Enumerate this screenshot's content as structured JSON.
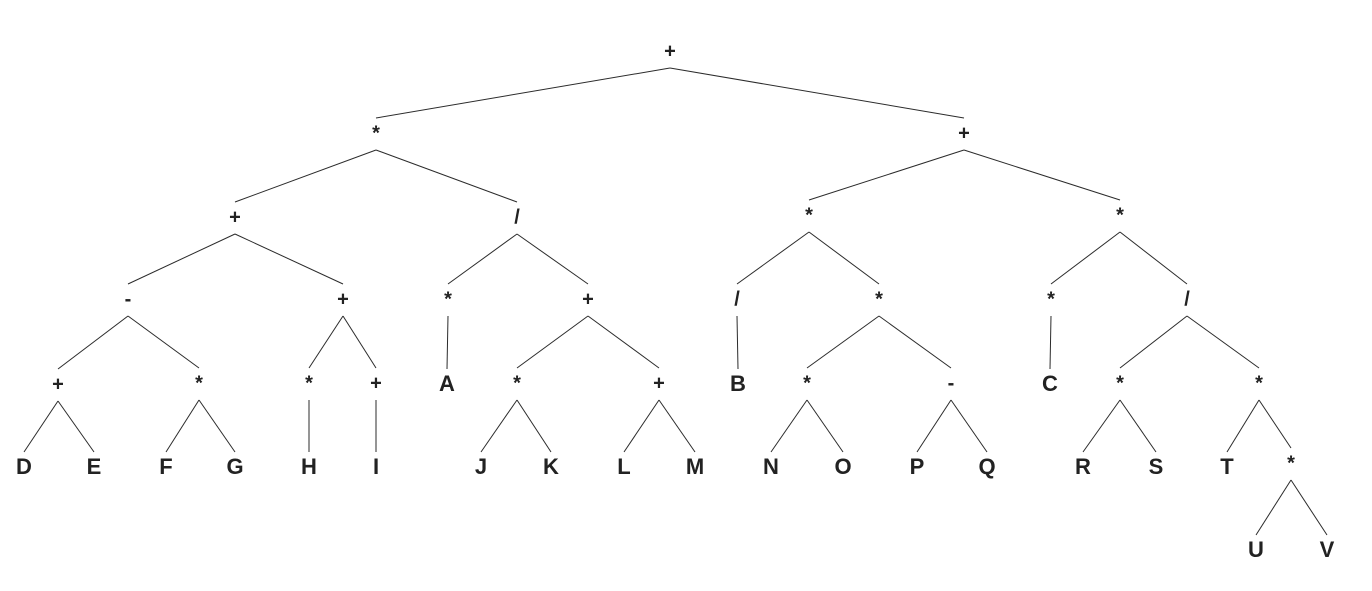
{
  "diagram": {
    "type": "expression-tree",
    "nodes": [
      {
        "id": "n1",
        "label": "+"
      },
      {
        "id": "n2",
        "label": "*"
      },
      {
        "id": "n3",
        "label": "+"
      },
      {
        "id": "n4",
        "label": "+"
      },
      {
        "id": "n5",
        "label": "/"
      },
      {
        "id": "n6",
        "label": "*"
      },
      {
        "id": "n7",
        "label": "*"
      },
      {
        "id": "n8",
        "label": "-"
      },
      {
        "id": "n9",
        "label": "+"
      },
      {
        "id": "n10",
        "label": "*"
      },
      {
        "id": "n11",
        "label": "+"
      },
      {
        "id": "n12",
        "label": "/"
      },
      {
        "id": "n13",
        "label": "*"
      },
      {
        "id": "n14",
        "label": "*"
      },
      {
        "id": "n15",
        "label": "/"
      },
      {
        "id": "n16",
        "label": "+"
      },
      {
        "id": "n17",
        "label": "*"
      },
      {
        "id": "n18",
        "label": "*"
      },
      {
        "id": "n19",
        "label": "+"
      },
      {
        "id": "n20",
        "label": "A"
      },
      {
        "id": "n21",
        "label": "*"
      },
      {
        "id": "n22",
        "label": "+"
      },
      {
        "id": "n23",
        "label": "B"
      },
      {
        "id": "n24",
        "label": "*"
      },
      {
        "id": "n25",
        "label": "-"
      },
      {
        "id": "n26",
        "label": "C"
      },
      {
        "id": "n27",
        "label": "*"
      },
      {
        "id": "n28",
        "label": "*"
      },
      {
        "id": "n29",
        "label": "D"
      },
      {
        "id": "n30",
        "label": "E"
      },
      {
        "id": "n31",
        "label": "F"
      },
      {
        "id": "n32",
        "label": "G"
      },
      {
        "id": "n33",
        "label": "H"
      },
      {
        "id": "n34",
        "label": "I"
      },
      {
        "id": "n35",
        "label": "J"
      },
      {
        "id": "n36",
        "label": "K"
      },
      {
        "id": "n37",
        "label": "L"
      },
      {
        "id": "n38",
        "label": "M"
      },
      {
        "id": "n39",
        "label": "N"
      },
      {
        "id": "n40",
        "label": "O"
      },
      {
        "id": "n41",
        "label": "P"
      },
      {
        "id": "n42",
        "label": "Q"
      },
      {
        "id": "n43",
        "label": "R"
      },
      {
        "id": "n44",
        "label": "S"
      },
      {
        "id": "n45",
        "label": "T"
      },
      {
        "id": "n46",
        "label": "*"
      },
      {
        "id": "n47",
        "label": "U"
      },
      {
        "id": "n48",
        "label": "V"
      }
    ],
    "edges": [
      [
        "n1",
        "n2"
      ],
      [
        "n1",
        "n3"
      ],
      [
        "n2",
        "n4"
      ],
      [
        "n2",
        "n5"
      ],
      [
        "n3",
        "n6"
      ],
      [
        "n3",
        "n7"
      ],
      [
        "n4",
        "n8"
      ],
      [
        "n4",
        "n9"
      ],
      [
        "n5",
        "n10"
      ],
      [
        "n5",
        "n11"
      ],
      [
        "n6",
        "n12"
      ],
      [
        "n6",
        "n13"
      ],
      [
        "n7",
        "n14"
      ],
      [
        "n7",
        "n15"
      ],
      [
        "n8",
        "n16"
      ],
      [
        "n8",
        "n17"
      ],
      [
        "n9",
        "n18"
      ],
      [
        "n9",
        "n19"
      ],
      [
        "n10",
        "n20"
      ],
      [
        "n11",
        "n21"
      ],
      [
        "n11",
        "n22"
      ],
      [
        "n12",
        "n23"
      ],
      [
        "n13",
        "n24"
      ],
      [
        "n13",
        "n25"
      ],
      [
        "n14",
        "n26"
      ],
      [
        "n15",
        "n27"
      ],
      [
        "n15",
        "n28"
      ],
      [
        "n16",
        "n29"
      ],
      [
        "n16",
        "n30"
      ],
      [
        "n17",
        "n31"
      ],
      [
        "n17",
        "n32"
      ],
      [
        "n18",
        "n33"
      ],
      [
        "n19",
        "n34"
      ],
      [
        "n21",
        "n35"
      ],
      [
        "n21",
        "n36"
      ],
      [
        "n22",
        "n37"
      ],
      [
        "n22",
        "n38"
      ],
      [
        "n24",
        "n39"
      ],
      [
        "n24",
        "n40"
      ],
      [
        "n25",
        "n41"
      ],
      [
        "n25",
        "n42"
      ],
      [
        "n27",
        "n43"
      ],
      [
        "n27",
        "n44"
      ],
      [
        "n28",
        "n45"
      ],
      [
        "n28",
        "n46"
      ],
      [
        "n46",
        "n47"
      ],
      [
        "n46",
        "n48"
      ]
    ]
  }
}
